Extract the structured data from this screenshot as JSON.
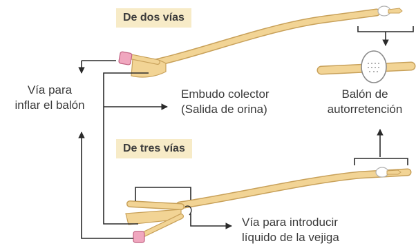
{
  "titles": {
    "two_way": "De dos vías",
    "three_way": "De tres vías"
  },
  "labels": {
    "inflation": [
      "Vía para",
      "inflar el balón"
    ],
    "drainage": [
      "Embudo colector",
      "(Salida de orina)"
    ],
    "balloon": [
      "Balón de",
      "autorretención"
    ],
    "irrigation": [
      "Vía para introducir",
      "líquido de la vejiga"
    ]
  },
  "colors": {
    "catheter": "#f2d495",
    "catheter_outline": "#c8a15a",
    "connector": "#f0a7bf",
    "connector_outline": "#c06080",
    "title_bg": "#f7ebc7",
    "line": "#2a2a2a"
  }
}
